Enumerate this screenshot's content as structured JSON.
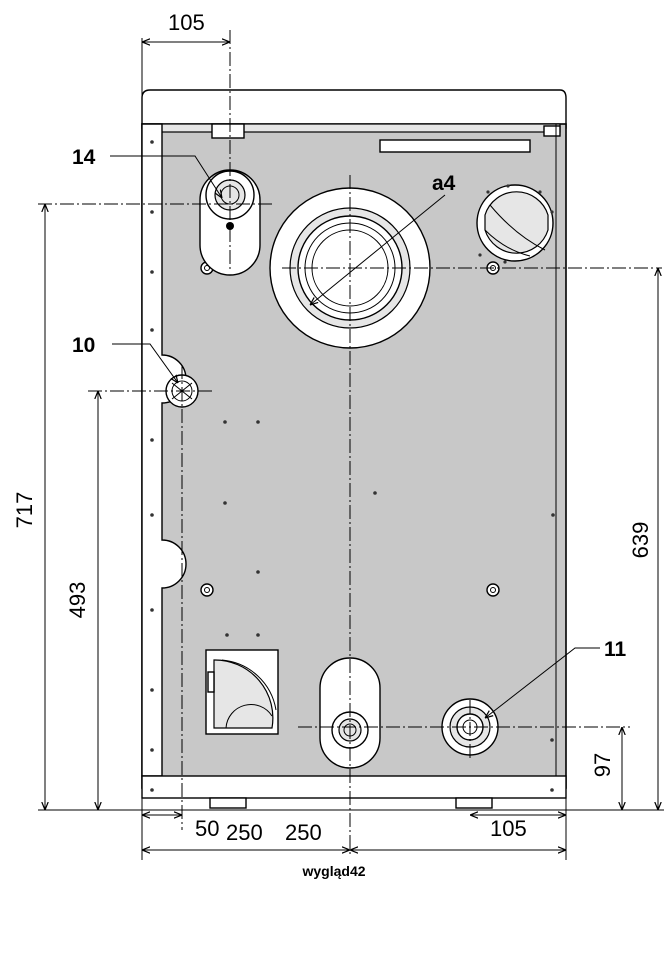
{
  "dimensions": {
    "top_width": "105",
    "height_total": "717",
    "height_port10": "493",
    "height_flue": "639",
    "height_port11": "97",
    "bottom_left_offset": "50",
    "bottom_right_offset": "105",
    "half_width_left": "250",
    "half_width_right": "250"
  },
  "callouts": {
    "port_14": "14",
    "port_10": "10",
    "port_11": "11",
    "flue_diameter": "a4"
  },
  "caption": "wygląd42",
  "colors": {
    "line": "#000000",
    "body_fill": "#c8c8c8",
    "background": "#ffffff"
  }
}
